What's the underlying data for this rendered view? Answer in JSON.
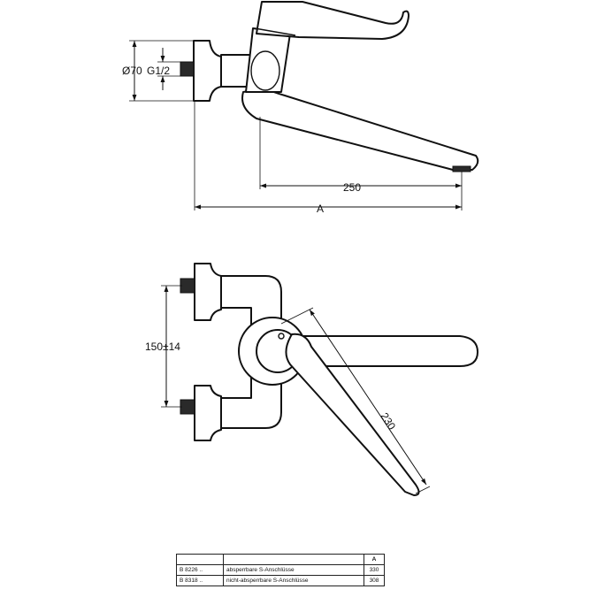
{
  "dimensions": {
    "diameter": "Ø70",
    "thread": "G1/2",
    "spout_length": "250",
    "total_length": "A",
    "connection_spacing": "150±14",
    "lever_length": "230"
  },
  "spec_table": {
    "header": [
      "",
      "",
      "A"
    ],
    "rows": [
      {
        "code": "B 8226 ..",
        "description": "absperrbare S-Anschlüsse",
        "a": "330"
      },
      {
        "code": "B 8318 ..",
        "description": "nicht-absperrbare S-Anschlüsse",
        "a": "308"
      }
    ]
  }
}
